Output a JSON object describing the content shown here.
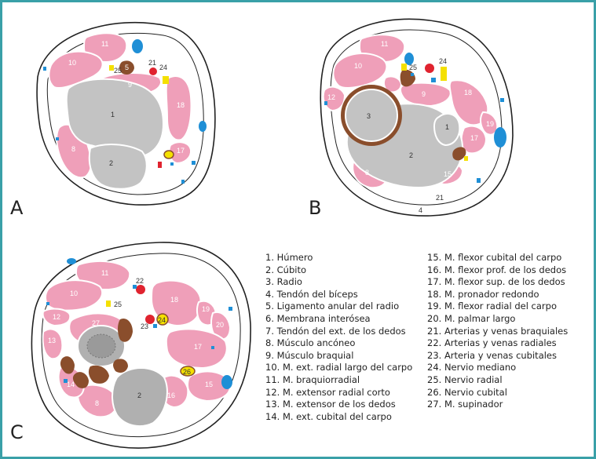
{
  "panels": [
    "A",
    "B",
    "C"
  ],
  "colors": {
    "muscle": "#ef9fb9",
    "bone": "#c3c3c3",
    "tendon": "#8a4e2c",
    "artery": "#e0232f",
    "vein": "#1f8fd6",
    "nerve": "#f4e000",
    "frame": "#3aa0a8"
  },
  "labels": {
    "a": {
      "n1": "1",
      "n2": "2",
      "n5": "5",
      "n8": "8",
      "n9": "9",
      "n10": "10",
      "n11": "11",
      "n17": "17",
      "n18": "18",
      "n21": "21",
      "n24": "24",
      "n25": "25"
    },
    "b": {
      "n1": "1",
      "n2": "2",
      "n3": "3",
      "n4": "4",
      "n8": "8",
      "n9": "9",
      "n10": "10",
      "n11": "11",
      "n12": "12",
      "n15": "15",
      "n17": "17",
      "n18": "18",
      "n19": "19",
      "n21": "21",
      "n24": "24",
      "n25": "25"
    },
    "c": {
      "n2": "2",
      "n8": "8",
      "n10": "10",
      "n11": "11",
      "n12": "12",
      "n13": "13",
      "n14": "14",
      "n15": "15",
      "n16": "16",
      "n17": "17",
      "n18": "18",
      "n19": "19",
      "n20": "20",
      "n22": "22",
      "n23": "23",
      "n24": "24",
      "n25": "25",
      "n26": "26",
      "n27": "27"
    }
  },
  "legend_left": [
    "1. Húmero",
    "2. Cúbito",
    "3. Radio",
    "4. Tendón del bíceps",
    "5. Ligamento anular del radio",
    "6. Membrana interósea",
    "7. Tendón del ext. de los dedos",
    "8. Músculo ancóneo",
    "9. Músculo braquial",
    "10. M. ext. radial largo del carpo",
    "11. M. braquiorradial",
    "12. M. extensor radial corto",
    "13. M. extensor de los dedos",
    "14. M. ext. cubital del carpo"
  ],
  "legend_right": [
    "15. M. flexor cubital del carpo",
    "16. M. flexor prof. de los dedos",
    "17. M. flexor sup. de los dedos",
    "18. M. pronador redondo",
    "19. M. flexor radial del carpo",
    "20. M. palmar largo",
    "21. Arterias y venas braquiales",
    "22. Arterias y venas radiales",
    "23. Arteria y venas cubitales",
    "24. Nervio mediano",
    "25. Nervio radial",
    "26. Nervio cubital",
    "27. M. supinador"
  ]
}
